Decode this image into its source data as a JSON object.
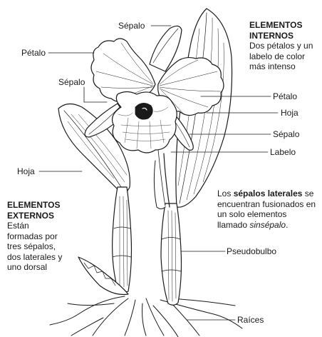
{
  "labels": {
    "sepalo_top": "Sépalo",
    "petalo_left": "Pétalo",
    "sepalo_left": "Sépalo",
    "hoja_left": "Hoja",
    "petalo_right": "Pétalo",
    "hoja_right": "Hoja",
    "sepalo_right": "Sépalo",
    "labelo": "Labelo",
    "pseudobulbo": "Pseudobulbo",
    "raices": "Raíces"
  },
  "internos": {
    "title_line1": "ELEMENTOS",
    "title_line2": "INTERNOS",
    "line1": "Dos pétalos y un",
    "line2": "labelo de color",
    "line3": "más intenso"
  },
  "externos": {
    "title_line1": "ELEMENTOS",
    "title_line2": "EXTERNOS",
    "line1": "Están",
    "line2": "formadas por",
    "line3": "tres sépalos,",
    "line4": "dos laterales y",
    "line5": "uno dorsal"
  },
  "laterales": {
    "line1_pre": "Los ",
    "line1_bold": "sépalos laterales",
    "line1_post": " se",
    "line2": "encuentran fusionados en",
    "line3": "un solo elementos",
    "line4_pre": "llamado ",
    "line4_italic": "sinsépalo",
    "line4_post": "."
  },
  "colors": {
    "ink": "#1a1a1a",
    "fill": "#ffffff",
    "shade": "#9a9a9a"
  }
}
